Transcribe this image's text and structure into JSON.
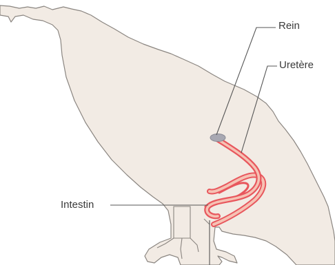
{
  "labels": {
    "kidney": "Rein",
    "ureter": "Uretère",
    "intestine": "Intestin"
  },
  "colors": {
    "body_fill": "#f2ebe4",
    "body_outline": "#8a8580",
    "kidney": "#a8a8b2",
    "ureter_outer": "#e8575d",
    "ureter_inner": "#f6c2b4",
    "leader_line": "#555555"
  }
}
